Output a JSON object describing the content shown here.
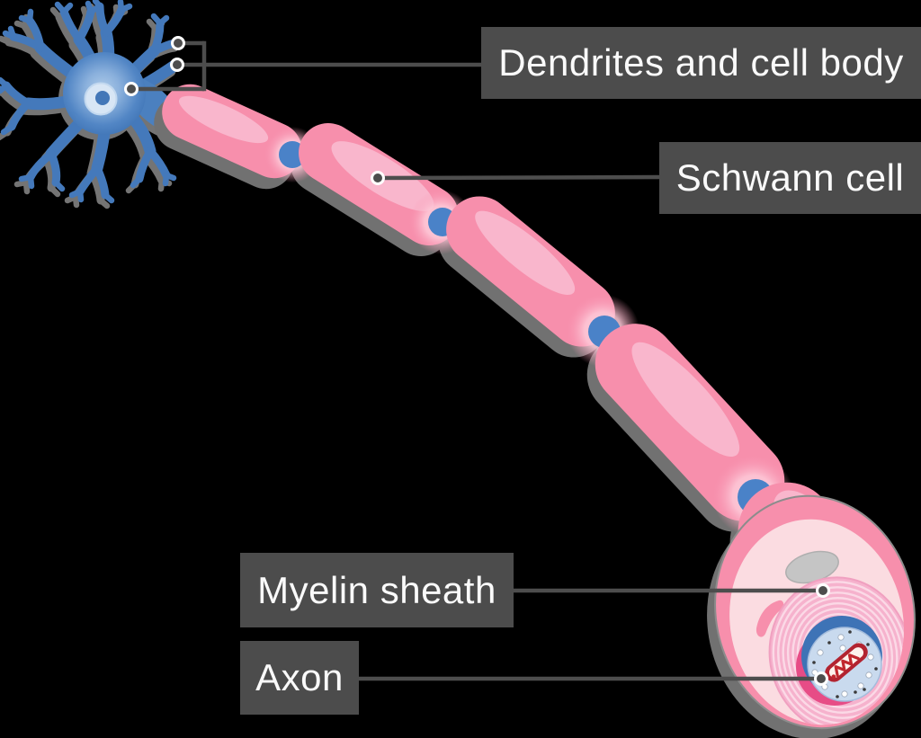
{
  "figure_type": "labeled-anatomy-diagram",
  "subject": "Neuron with Schwann cells and myelin sheath cross-section",
  "background": "#000000",
  "labels": {
    "dendrites": "Dendrites and cell body",
    "schwann": "Schwann cell",
    "myelin": "Myelin sheath",
    "axon": "Axon"
  },
  "colors": {
    "label_bg": "#4C4C4C",
    "label_text": "#FAFAFA",
    "leader_line": "#4D4D4D",
    "neuron_blue": "#4479BB",
    "soma_center_blue": "#AECBE9",
    "nucleus_light": "#D8E6F5",
    "node_blue": "#4A82C8",
    "schwann_pink": "#F78FAC",
    "schwann_highlight_pink": "#F9B6CC",
    "myelin_base_pink": "#F6B2CD",
    "myelin_ring_line": "#FBD9E6",
    "cross_section_cream": "#FBDCE1",
    "axon_ring_blue": "#3E73B6",
    "axoplasm_blue": "#C9DAEE",
    "schwann_nucleus_gray": "#C5C5C5",
    "mitochondrion_red": "#B22330",
    "magenta_accent": "#E74C86",
    "shadow_gray": "#717171"
  }
}
